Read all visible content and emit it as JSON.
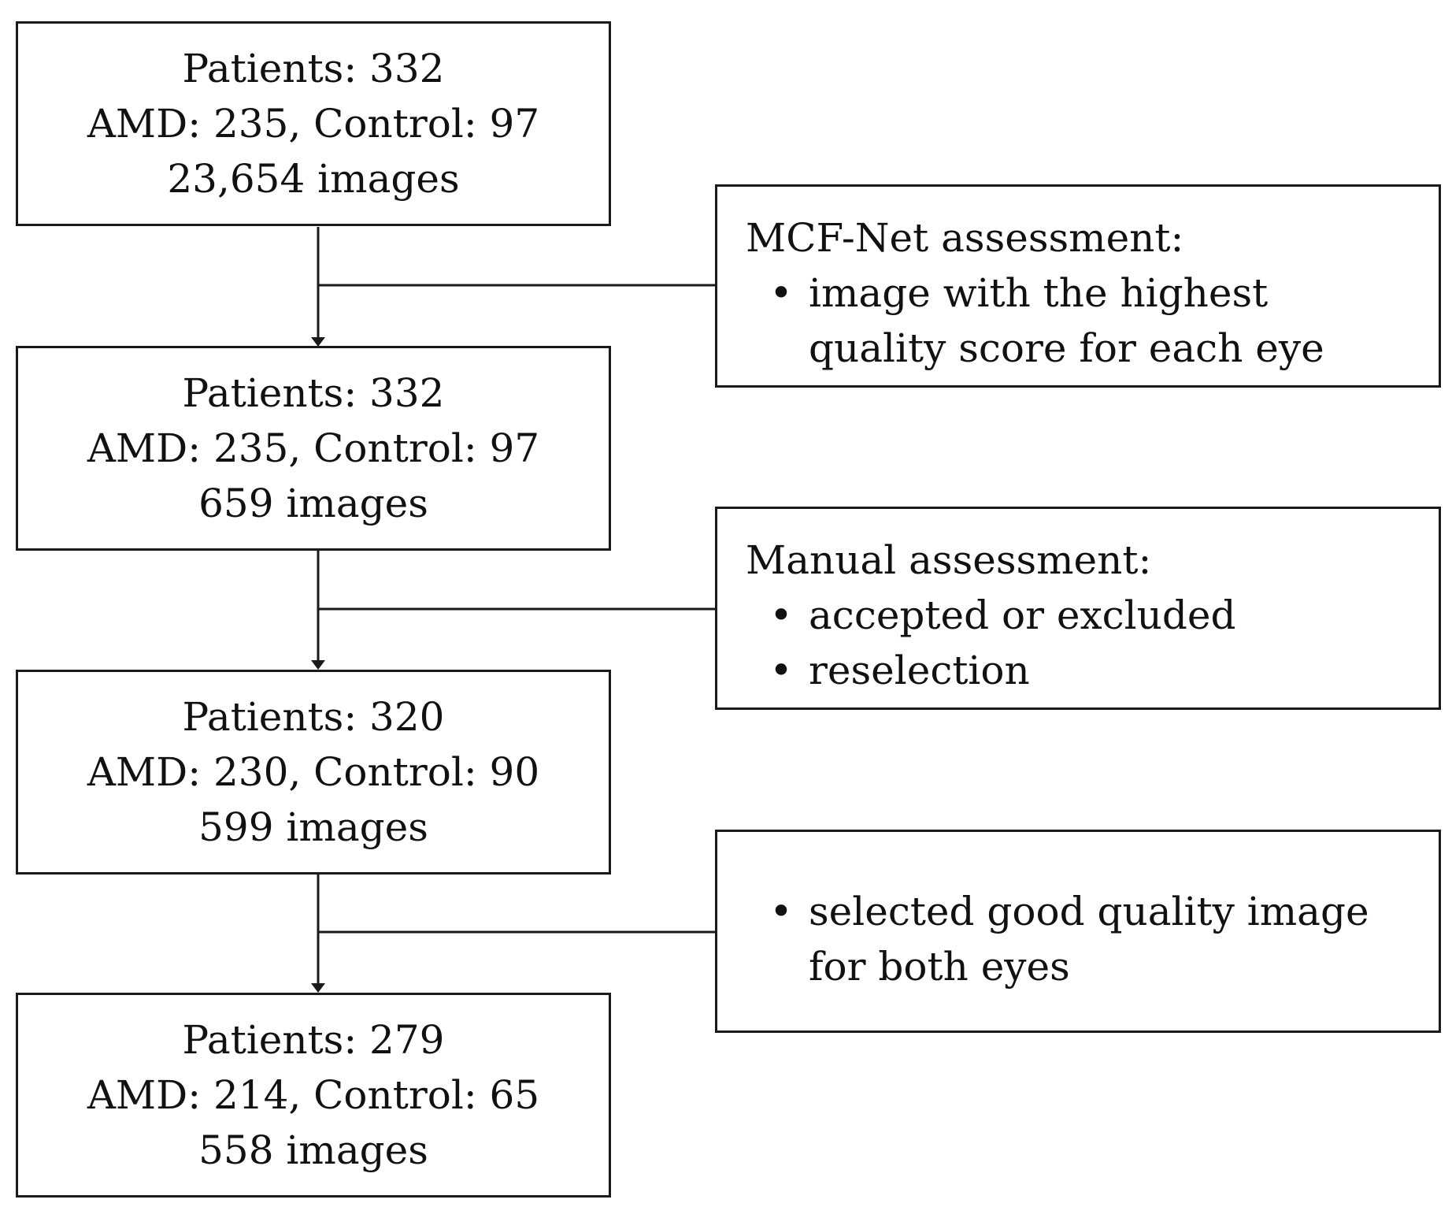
{
  "stages": [
    {
      "patients": "Patients: 332",
      "groups": "AMD: 235, Control: 97",
      "images": "23,654 images"
    },
    {
      "patients": "Patients: 332",
      "groups": "AMD: 235, Control: 97",
      "images": "659 images"
    },
    {
      "patients": "Patients: 320",
      "groups": "AMD: 230, Control: 90",
      "images": "599 images"
    },
    {
      "patients": "Patients: 279",
      "groups": "AMD: 214, Control: 65",
      "images": "558 images"
    }
  ],
  "steps": [
    {
      "title": "MCF-Net assessment:",
      "items": [
        "image with the highest quality score for each eye"
      ]
    },
    {
      "title": "Manual assessment:",
      "items": [
        "accepted or excluded",
        "reselection"
      ]
    },
    {
      "items": [
        "selected good quality image for both eyes"
      ]
    }
  ],
  "bullet_glyph": "•"
}
